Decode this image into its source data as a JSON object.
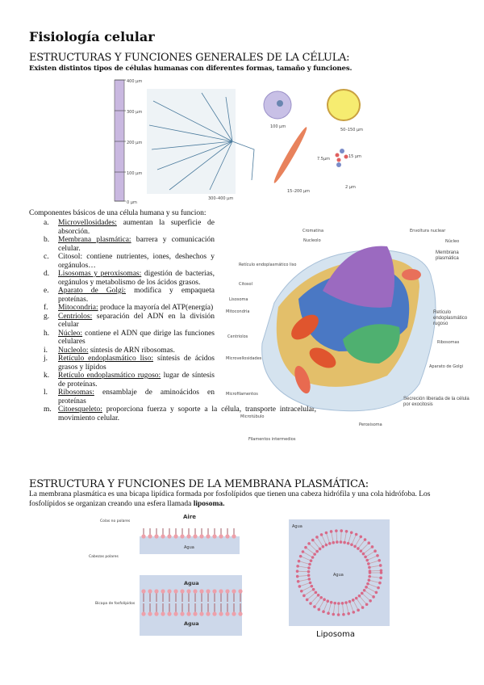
{
  "title": "Fisiología celular",
  "section1": {
    "heading": "ESTRUCTURAS Y FUNCIONES GENERALES DE LA CÉLULA:",
    "intro": "Existen distintos tipos de células humanas con diferentes formas, tamaño y funciones.",
    "figure": {
      "scale_labels": [
        "400 µm",
        "300 µm",
        "200 µm",
        "100 µm",
        "0 µm"
      ],
      "neuron_size": "300–400 µm",
      "ovum_size": "100 µm",
      "adipocyte_size": "50–150 µm",
      "muscle_size": "15–200 µm",
      "blood_size_a": "7.5µm",
      "blood_size_b": "15 µm",
      "platelet_size": "2 µm"
    },
    "components_intro": "Componentes básicos de una célula humana y su funcion:",
    "components": [
      {
        "letter": "a.",
        "term": "Microvellosidades:",
        "desc": " aumentan la superficie de absorción."
      },
      {
        "letter": "b.",
        "term": "Membrana plasmática:",
        "desc": " barrera y comunicación celular."
      },
      {
        "letter": "c.",
        "term": "",
        "desc": "Citosol: contiene nutrientes, iones, deshechos y orgánulos…"
      },
      {
        "letter": "d.",
        "term": "Lisosomas y peroxisomas:",
        "desc": " digestión de bacterias, orgánulos y metabolismo de los ácidos grasos."
      },
      {
        "letter": "e.",
        "term": "Aparato de Golgi:",
        "desc": " modifica y empaqueta proteínas."
      },
      {
        "letter": "f.",
        "term": "Mitocondria:",
        "desc": " produce la mayoría del ATP(energía)"
      },
      {
        "letter": "g.",
        "term": "Centriolos:",
        "desc": " separación del ADN en la división celular"
      },
      {
        "letter": "h.",
        "term": "Núcleo:",
        "desc": " contiene el ADN que dirige las funciones celulares"
      },
      {
        "letter": "i.",
        "term": "Nucleolo:",
        "desc": " síntesis de ARN ribosomas."
      },
      {
        "letter": "j.",
        "term": "Retículo endoplasmático liso:",
        "desc": " síntesis de ácidos grasos y lípidos"
      },
      {
        "letter": "k.",
        "term": "Retículo endoplasmático rugoso:",
        "desc": " lugar de síntesis de proteínas."
      },
      {
        "letter": "l.",
        "term": "Ribosomas:",
        "desc": " ensamblaje de aminoácidos en proteínas"
      },
      {
        "letter": "m.",
        "term": "Citoesqueleto:",
        "desc": " proporciona fuerza y soporte a la célula, transporte intracelular, movimiento celular."
      }
    ],
    "cell_labels": {
      "cromatina": "Cromatina",
      "nucleolo": "Nucleolo",
      "envoltura": "Envoltura nuclear",
      "nucleo": "Núcleo",
      "membrana": "Membrana plasmática",
      "rel": "Retículo endoplasmático liso",
      "citosol": "Citosol",
      "lisosoma": "Lisosoma",
      "mitocondria": "Mitocondria",
      "centriolos": "Centriolos",
      "microvellosidades": "Microvellosidades",
      "rer": "Retículo endoplasmático rugoso",
      "ribosomas": "Ribosomas",
      "golgi": "Aparato de Golgi",
      "microfilamentos": "Microfilamentos",
      "secrecion": "Secreción liberada de la célula por exocitosis",
      "microtubulo": "Microtúbulo",
      "peroxisoma": "Peroxisoma",
      "filamentos": "Filamentos intermedios"
    }
  },
  "section2": {
    "heading": "ESTRUCTURA Y FUNCIONES DE LA MEMBRANA PLASMÁTICA:",
    "para_text": "La membrana plasmática es una bicapa lipídica formada por fosfolípidos que tienen una cabeza hidrófila y una cola hidrófoba. Los fosfolípidos se organizan creando una esfera llamada ",
    "para_bold": "liposoma.",
    "monolayer": {
      "air": "Aire",
      "water": "Agua",
      "tails": "Colas no polares",
      "heads": "Cabezas polares"
    },
    "bilayer": {
      "water_top": "Agua",
      "water_bottom": "Agua",
      "label": "Bicapa de fosfolípidos"
    },
    "liposome": {
      "water_out": "Agua",
      "water_in": "Agua",
      "caption": "Liposoma"
    }
  }
}
